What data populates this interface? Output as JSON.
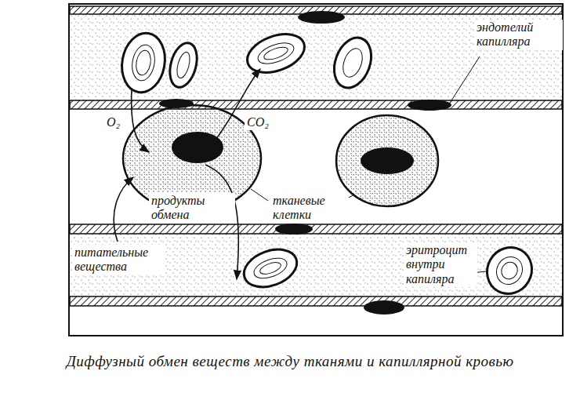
{
  "diagram": {
    "caption": "Диффузный обмен веществ между тканями и капиллярной кровью",
    "nodes": [
      {
        "text": [
          "эндотелий капилляра"
        ]
      },
      {
        "text": [
          "эритроцит внутри капиляра"
        ]
      }
    ],
    "labels": [
      "O₂",
      "CO₂",
      "продукты обмена",
      "тканевые клетки",
      "питательные вещества"
    ]
  }
}
